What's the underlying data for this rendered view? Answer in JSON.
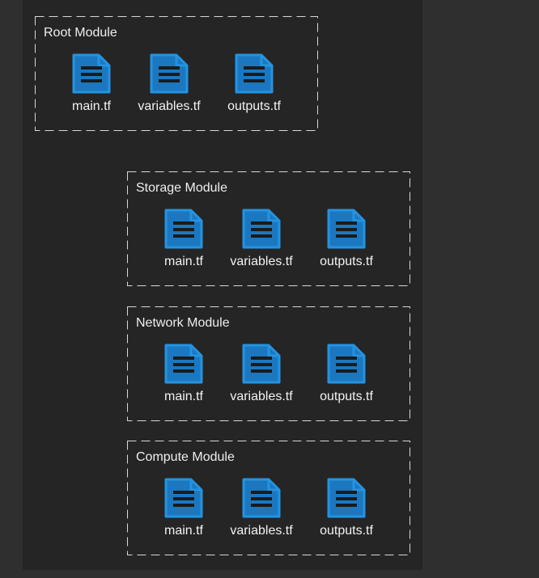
{
  "diagram": {
    "colors": {
      "background": "#252525",
      "border": "#d8d8d8",
      "text": "#eeeeee",
      "icon_fill": "#1b78c0",
      "icon_border": "#2493e0",
      "icon_lines": "#1b1b1b"
    },
    "icon": "document-icon",
    "modules": [
      {
        "title": "Root Module",
        "files": [
          "main.tf",
          "variables.tf",
          "outputs.tf"
        ]
      },
      {
        "title": "Storage Module",
        "files": [
          "main.tf",
          "variables.tf",
          "outputs.tf"
        ]
      },
      {
        "title": "Network Module",
        "files": [
          "main.tf",
          "variables.tf",
          "outputs.tf"
        ]
      },
      {
        "title": "Compute Module",
        "files": [
          "main.tf",
          "variables.tf",
          "outputs.tf"
        ]
      }
    ]
  }
}
